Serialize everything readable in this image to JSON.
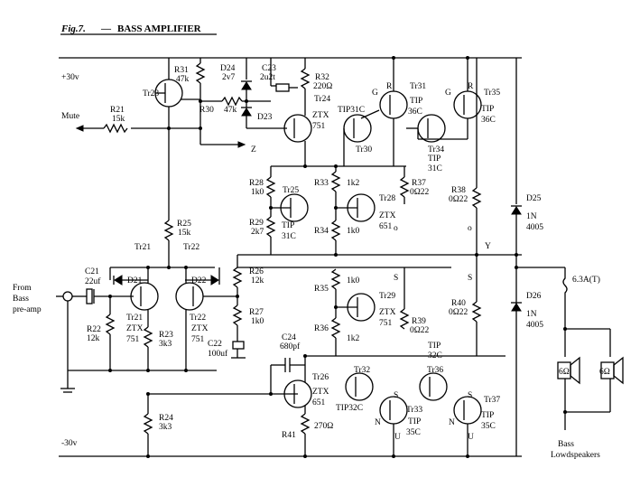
{
  "title": {
    "fig": "Fig.7.",
    "dash": "—",
    "name": "BASS AMPLIFIER"
  },
  "rails": {
    "pos": "+30v",
    "neg": "-30v"
  },
  "inputs": {
    "mute": "Mute",
    "from1": "From",
    "from2": "Bass",
    "from3": "pre-amp"
  },
  "outputs": {
    "z": "Z",
    "y": "Y",
    "fuse": "6.3A(T)",
    "spk1": "Bass",
    "spk2": "Lowdspeakers",
    "spk_imp": "6Ω"
  },
  "resistors": {
    "R31": "R31",
    "R31v": "47k",
    "R21": "R21",
    "R21v": "15k",
    "R30": "R30",
    "R30v": "47k",
    "R32": "R32",
    "R32v": "220Ω",
    "R28": "R28",
    "R28v": "1k0",
    "R29": "R29",
    "R29v": "2k7",
    "R25": "R25",
    "R25v": "15k",
    "R33": "R33",
    "R33v": "1k2",
    "R34": "R34",
    "R34v": "1k0",
    "R37": "R37",
    "R37v": "0Ω22",
    "R38": "R38",
    "R38v": "0Ω22",
    "R26": "R26",
    "R26v": "12k",
    "R27": "R27",
    "R27v": "1k0",
    "R22": "R22",
    "R22v": "12k",
    "R23": "R23",
    "R23v": "3k3",
    "R24": "R24",
    "R24v": "3k3",
    "R35": "R35",
    "R35v": "1k0",
    "R36": "R36",
    "R36v": "1k2",
    "R39": "R39",
    "R39v": "0Ω22",
    "R40": "R40",
    "R40v": "0Ω22",
    "R41": "R41",
    "R41v": "270Ω"
  },
  "capacitors": {
    "C23": "C23",
    "C23v": "2u2t",
    "C21": "C21",
    "C21v": "22uf",
    "C22": "C22",
    "C22v": "100uf",
    "C24": "C24",
    "C24v": "680pf"
  },
  "diodes": {
    "D24": "D24",
    "D24v": "2v7",
    "D23": "D23",
    "D21": "D21",
    "D22": "D22",
    "D25": "D25",
    "D25v": "1N",
    "D25v2": "4005",
    "D26": "D26",
    "D26v": "1N",
    "D26v2": "4005"
  },
  "transistors": {
    "Tr23": "Tr23",
    "Tr24": "Tr24",
    "Tr24a": "ZTX",
    "Tr24b": "751",
    "Tr31": "Tr31",
    "Tr31a": "TIP",
    "Tr31b": "36C",
    "Tr31g": "G",
    "Tr31r": "R",
    "Tr35": "Tr35",
    "Tr35a": "TIP",
    "Tr35b": "36C",
    "Tr35g": "G",
    "Tr35r": "R",
    "Tr30": "Tr30",
    "Tr30a": "TIP31C",
    "Tr34": "Tr34",
    "Tr34a": "TIP",
    "Tr34b": "31C",
    "Tr25": "Tr25",
    "Tr25a": "TIP",
    "Tr25b": "31C",
    "Tr28": "Tr28",
    "Tr28a": "ZTX",
    "Tr28b": "651",
    "Tr21": "Tr21",
    "Tr21a": "ZTX",
    "Tr21b": "751",
    "Tr22": "Tr22",
    "Tr22a": "ZTX",
    "Tr22b": "751",
    "Tr21n": "Tr21",
    "Tr22n": "Tr22",
    "Tr29": "Tr29",
    "Tr29a": "ZTX",
    "Tr29b": "751",
    "Tr26": "Tr26",
    "Tr26a": "ZTX",
    "Tr26b": "651",
    "Tr32": "Tr32",
    "Tr32a": "TIP32C",
    "Tr33": "Tr33",
    "Tr33a": "TIP",
    "Tr33b": "35C",
    "Tr36": "Tr36",
    "Tr36a": "TIP",
    "Tr36b": "32C",
    "Tr37": "Tr37",
    "Tr37a": "TIP",
    "Tr37b": "35C",
    "S": "S",
    "N": "N",
    "U": "U",
    "O": "o"
  }
}
